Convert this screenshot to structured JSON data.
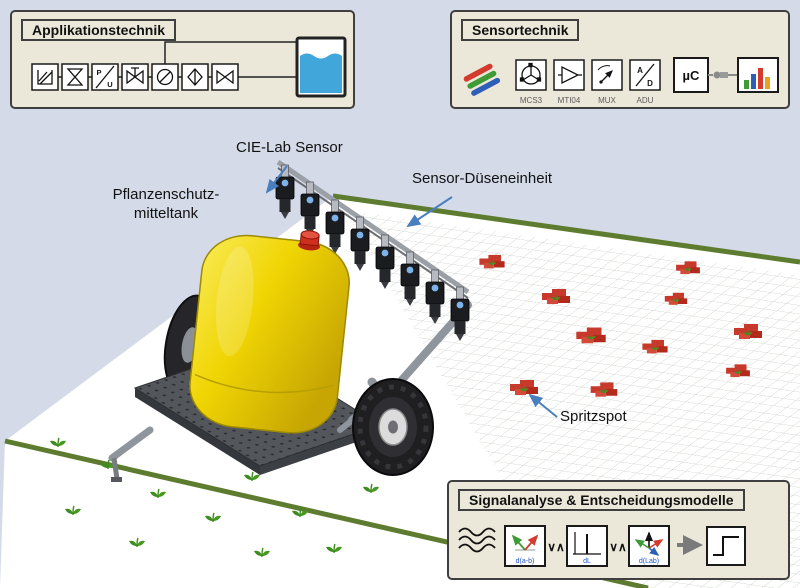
{
  "diagram": {
    "labels": {
      "cie_lab": "CIE-Lab Sensor",
      "duese": "Sensor-Düseneinheit",
      "tank1": "Pflanzenschutz-",
      "tank2": "mitteltank",
      "spot": "Spritzspot"
    }
  },
  "applikationstechnik": {
    "title": "Applikationstechnik",
    "pu_top": "P",
    "pu_bottom": "U"
  },
  "sensortechnik": {
    "title": "Sensortechnik",
    "modules": [
      {
        "label": "MCS3"
      },
      {
        "label": "MTI04"
      },
      {
        "label": "MUX"
      },
      {
        "label": "ADU"
      }
    ],
    "adu_top": "A",
    "adu_bottom": "D",
    "uc": "µC"
  },
  "signalanalyse": {
    "title": "Signalanalyse & Entscheidungsmodelle",
    "box1": "d(a-b)",
    "box2": "dL",
    "box3": "d(Lab)",
    "op1": "∨∧",
    "op2": "∨∧"
  },
  "colors": {
    "background": "#d4dae8",
    "panel_bg": "#ece8d9",
    "panel_border": "#3f3f3f",
    "field_green": "#5d7c2f",
    "tank_yellow": "#f0d503",
    "arrow_blue": "#4a7fbf",
    "spot_red": "#c6392b",
    "water_blue": "#41a6da"
  }
}
